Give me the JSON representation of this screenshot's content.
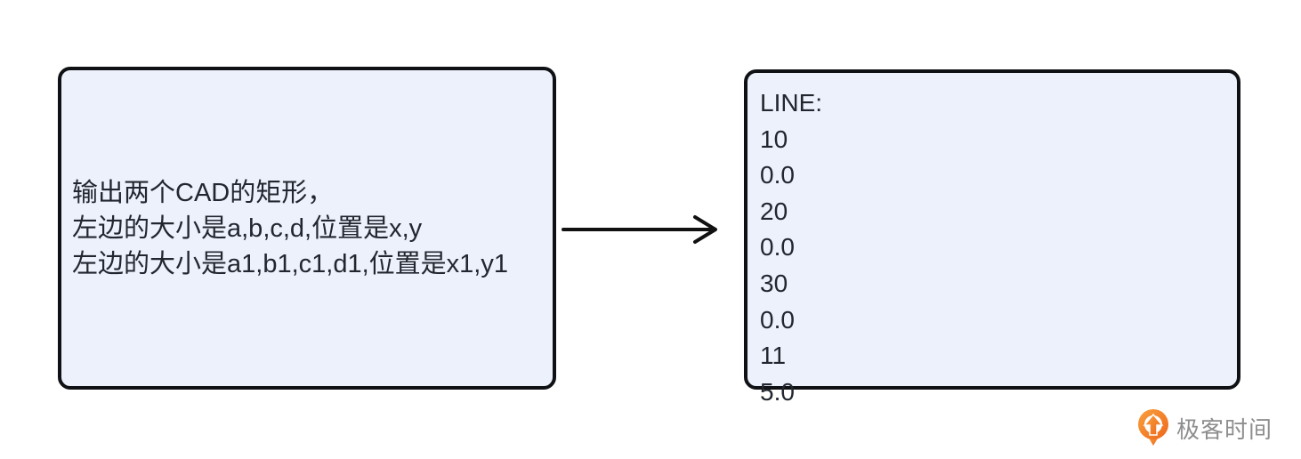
{
  "diagram": {
    "left_box": {
      "lines": [
        "输出两个CAD的矩形，",
        "左边的大小是a,b,c,d,位置是x,y",
        "左边的大小是a1,b1,c1,d1,位置是x1,y1"
      ]
    },
    "arrow": {
      "direction": "right"
    },
    "right_box": {
      "lines": [
        "LINE:",
        "10",
        "0.0",
        "20",
        "0.0",
        "30",
        "0.0",
        "11",
        "5.0"
      ]
    }
  },
  "branding": {
    "logo_text": "极客时间"
  },
  "colors": {
    "box_fill": "#edf1fb",
    "box_border": "#101114",
    "text": "#21262f",
    "arrow": "#111111",
    "logo_orange": "#f0751d",
    "logo_orange_light": "#f9a13c",
    "logo_gray": "#8e8e8e"
  }
}
